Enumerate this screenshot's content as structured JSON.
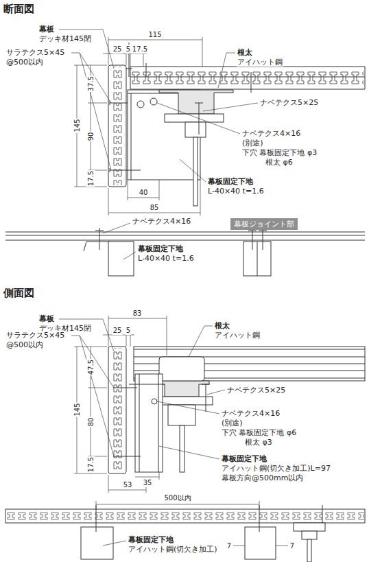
{
  "diagram": {
    "nodes": [
      {
        "text": [
          "幕板ジョイント部"
        ]
      }
    ],
    "labels": [
      "断面図",
      "幕板",
      "デッキ材145閉",
      "115",
      "25",
      "5",
      "17.5",
      "根太",
      "アイハット鋼",
      "サラテクス5×45",
      "@500以内",
      "37.5",
      "ナベテクス5×25",
      "145",
      "90",
      "ナベテクス4×16",
      "(別途)",
      "下穴 幕板固定下地 φ3",
      "根太 φ6",
      "17.5",
      "幕板固定下地",
      "L-40×40 t=1.6",
      "40",
      "85",
      "ナベテクス4×16",
      "幕板固定下地",
      "L-40×40 t=1.6",
      "側面図",
      "幕板",
      "デッキ材145閉",
      "83",
      "25",
      "5",
      "根太",
      "アイハット鋼",
      "サラテクス5×45",
      "@500以内",
      "47.5",
      "ナベテクス5×25",
      "145",
      "80",
      "ナベテクス4×16",
      "(別途)",
      "下穴 幕板固定下地 φ6",
      "根太 φ3",
      "17.5",
      "幕板固定下地",
      "アイハット鋼(切欠き加工)L=97",
      "幕板方向@500mm以内",
      "35",
      "53",
      "500以内",
      "7",
      "7",
      "幕板固定下地",
      "アイハット鋼(切欠き加工)"
    ]
  }
}
